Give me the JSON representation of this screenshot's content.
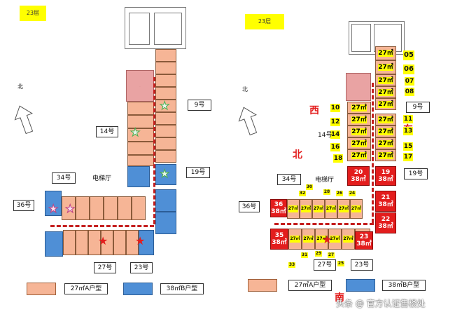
{
  "left": {
    "floor_label": "23层",
    "north": "北",
    "callouts": {
      "u9": "9号",
      "u14": "14号",
      "u19": "19号",
      "u34": "34号",
      "elevator": "电梯厅",
      "u36": "36号",
      "u27": "27号",
      "u23": "23号"
    },
    "legend": {
      "a_label": "27㎡A户型",
      "b_label": "38㎡B户型"
    }
  },
  "right": {
    "floor_label": "23层",
    "north": "北",
    "directions": {
      "west": "西",
      "east": "东",
      "north": "北",
      "south": "南"
    },
    "callouts": {
      "u9": "9号",
      "u14": "14号",
      "u19": "19号",
      "u34": "34号",
      "elevator": "电梯厅",
      "u36": "36号",
      "u27": "27号",
      "u23": "23号"
    },
    "area": {
      "a": "27㎡",
      "b": "38㎡"
    },
    "numbers": {
      "n05": "05",
      "n06": "06",
      "n07": "07",
      "n08": "08",
      "n10": "10",
      "n11": "11",
      "n12": "12",
      "n13": "13",
      "n14": "14",
      "n15": "15",
      "n16": "16",
      "n17": "17",
      "n18": "18",
      "n19": "19",
      "n20": "20",
      "n21": "21",
      "n22": "22",
      "n23": "23",
      "n35": "35",
      "n36": "36",
      "n24": "24",
      "n25": "25",
      "n26": "26",
      "n27": "27",
      "n28": "28",
      "n29": "29",
      "n30": "30",
      "n31": "31",
      "n32": "32",
      "n33": "33"
    },
    "legend": {
      "a_label": "27㎡A户型",
      "b_label": "38㎡B户型"
    }
  },
  "watermark": "头条 @ 官方认证售楼处",
  "colors": {
    "unit_a": "#f6b596",
    "unit_b": "#4f8fd6",
    "highlight": "#e31d1d",
    "label_bg": "#ffff00"
  }
}
